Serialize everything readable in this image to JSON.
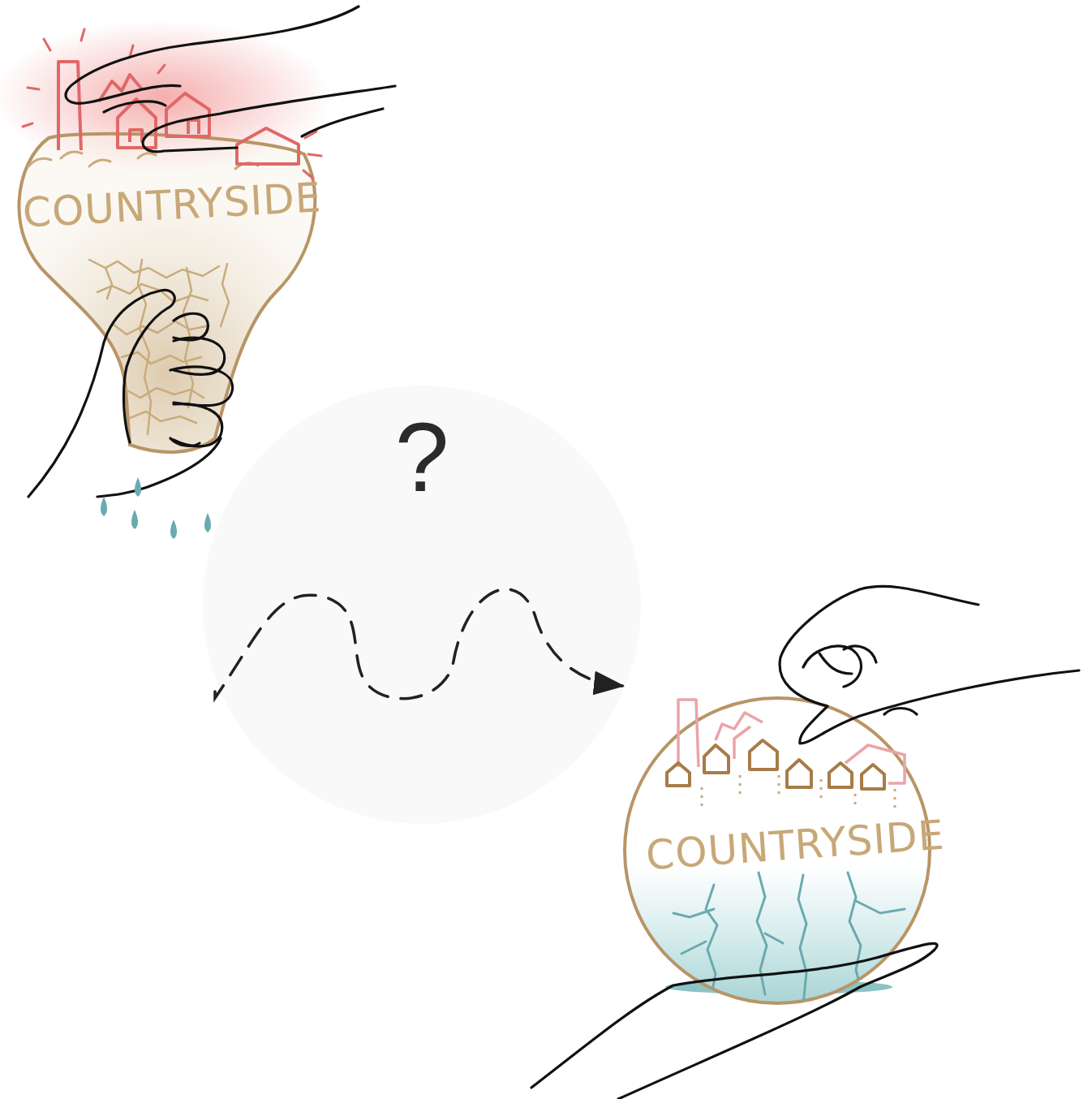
{
  "diagram": {
    "nodes": [
      {
        "text": [
          "COUNTRYSIDE"
        ]
      },
      {
        "text": [
          "?"
        ]
      },
      {
        "text": [
          "COUNTRYSIDE"
        ]
      }
    ],
    "edges": [
      {
        "from": 0,
        "to": 2,
        "arrow": "to"
      }
    ]
  }
}
